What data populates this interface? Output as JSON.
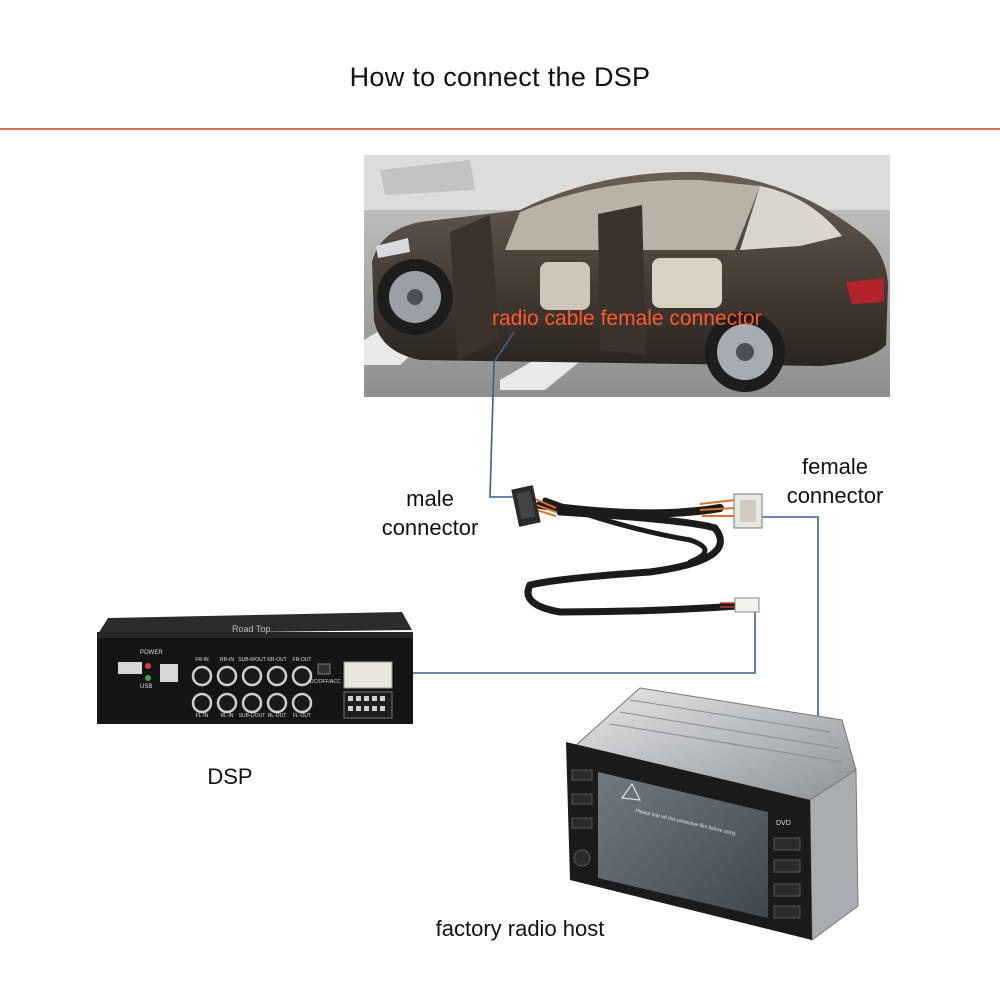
{
  "title": "How to connect the DSP",
  "labels": {
    "radio_cable_female": "radio cable female connector",
    "male_connector": [
      "male",
      "connector"
    ],
    "female_connector": [
      "female",
      "connector"
    ],
    "dsp": "DSP",
    "factory_radio_host": "factory radio host"
  },
  "dsp_panel": {
    "brand": "Road Top",
    "ports_top": [
      "FR-IN",
      "RR-IN",
      "SUB-R/OUT",
      "RR-OUT",
      "FR-OUT"
    ],
    "ports_bottom": [
      "FL-IN",
      "RL-IN",
      "SUB-L/OUT",
      "RL-OUT",
      "FL-OUT"
    ],
    "power": "POWER",
    "usb": "USB",
    "switch": "DC/OFF/ACC"
  },
  "radio_panel": {
    "notice": "Please tear off this protective film before using",
    "dvd": "DVD"
  },
  "colors": {
    "rule": "#e0725a",
    "wire": "#3b5f8f",
    "overlay_text": "#ff5a2a"
  }
}
